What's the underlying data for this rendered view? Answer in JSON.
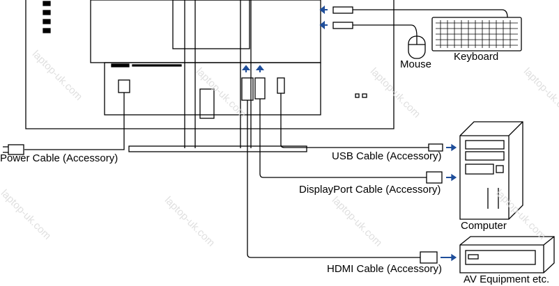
{
  "labels": {
    "power": "Power Cable (Accessory)",
    "usb": "USB Cable (Accessory)",
    "displayport": "DisplayPort Cable (Accessory)",
    "hdmi": "HDMI Cable (Accessory)",
    "mouse": "Mouse",
    "keyboard": "Keyboard",
    "computer": "Computer",
    "av": "AV Equipment etc."
  },
  "watermark": "laptop-uk.com",
  "colors": {
    "line": "#000000",
    "arrow": "#1f4e9a",
    "watermark": "#d8d8d8"
  }
}
